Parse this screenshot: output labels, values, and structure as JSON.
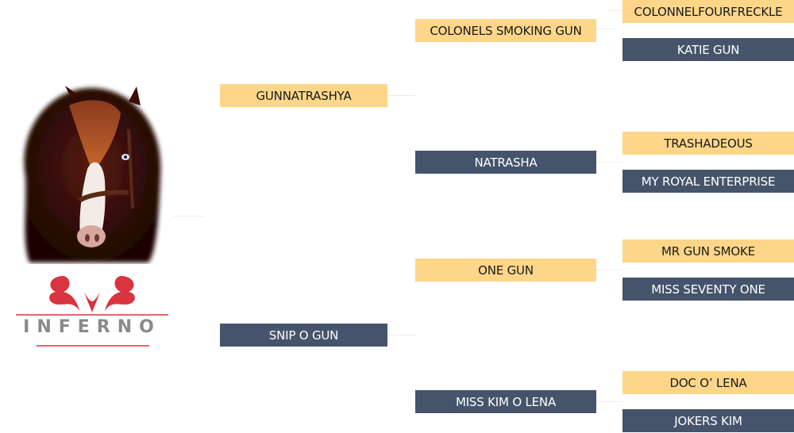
{
  "subject": {
    "photo_alt": "Inferno horse portrait",
    "logo_text": "INFERNO",
    "logo_icon": "flame-scroll-logo-icon"
  },
  "pedigree": {
    "sire": {
      "name": "GUNNATRASHYA",
      "sire": {
        "name": "COLONELS SMOKING GUN",
        "sire": {
          "name": "COLONNELFOURFRECKLE"
        },
        "dam": {
          "name": "KATIE GUN"
        }
      },
      "dam": {
        "name": "NATRASHA",
        "sire": {
          "name": "TRASHADEOUS"
        },
        "dam": {
          "name": "MY ROYAL ENTERPRISE"
        }
      }
    },
    "dam": {
      "name": "SNIP O GUN",
      "sire": {
        "name": "ONE GUN",
        "sire": {
          "name": "MR GUN SMOKE"
        },
        "dam": {
          "name": "MISS SEVENTY ONE"
        }
      },
      "dam": {
        "name": "MISS KIM O LENA",
        "sire": {
          "name": "DOC O’ LENA"
        },
        "dam": {
          "name": "JOKERS KIM"
        }
      }
    }
  },
  "colors": {
    "sire_box": "#fdd68a",
    "dam_box": "#45546b",
    "logo_red": "#d9343f",
    "logo_gray": "#8a8a8a"
  }
}
